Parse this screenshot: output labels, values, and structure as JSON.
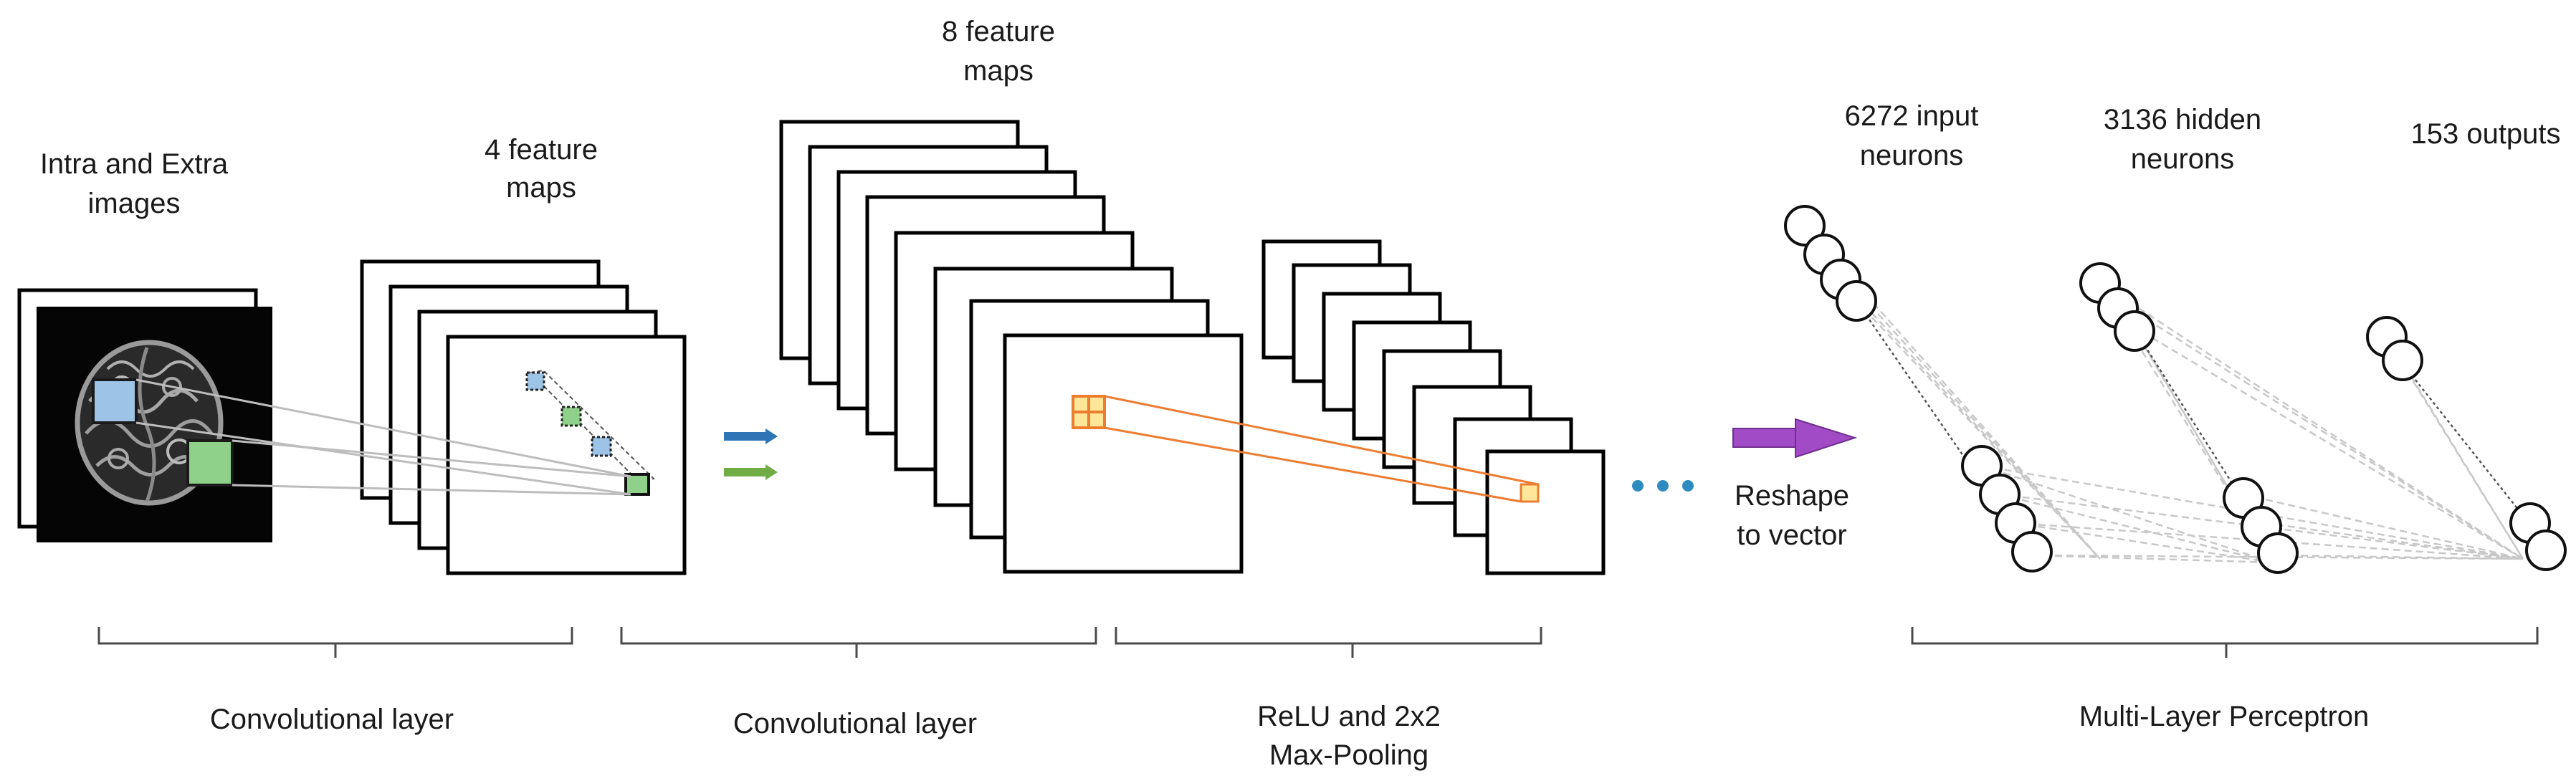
{
  "labels": {
    "input_line1": "Intra  and Extra",
    "input_line2": "images",
    "fm4_line1": "4 feature",
    "fm4_line2": "maps",
    "fm8_line1": "8 feature",
    "fm8_line2": "maps",
    "input_neurons_line1": "6272 input",
    "input_neurons_line2": "neurons",
    "hidden_neurons_line1": "3136 hidden",
    "hidden_neurons_line2": "neurons",
    "outputs": "153 outputs",
    "reshape_line1": "Reshape",
    "reshape_line2": "to vector",
    "conv1": "Convolutional  layer",
    "conv2": "Convolutional  layer",
    "pool_line1": "ReLU and 2x2",
    "pool_line2": "Max-Pooling",
    "mlp": "Multi-Layer  Perceptron"
  },
  "colors": {
    "blue_patch": "#9dc3e6",
    "green_patch": "#8fd18b",
    "orange_kernel": "#ed7d31",
    "yellow_fill": "#ffe699",
    "arrow_blue": "#2e75b6",
    "arrow_green": "#70ad47",
    "purple_arrow": "#a14bc7",
    "ellipsis_dots": "#2e8bc0",
    "connection_gray": "#b8b8b8"
  },
  "icons": {
    "reshape_arrow": "right-arrow-icon",
    "ellipsis": "ellipsis-icon"
  }
}
